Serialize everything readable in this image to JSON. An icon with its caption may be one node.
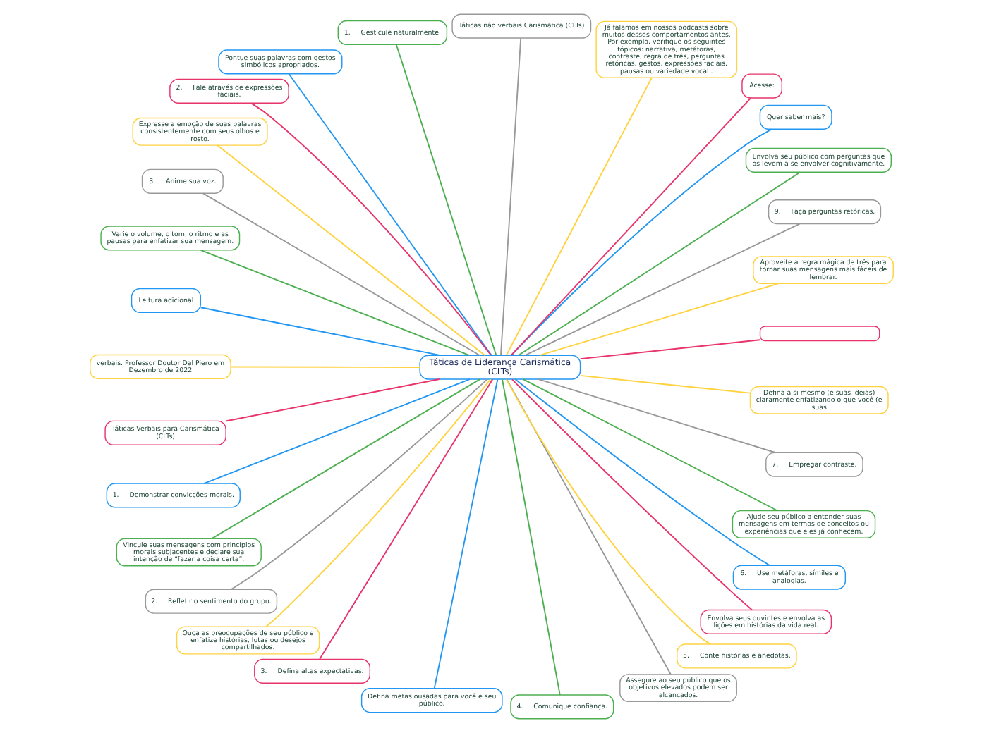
{
  "diagram": {
    "nodes": [
      {
        "text": [
          "Táticas de Liderança Carismática (CLTs)"
        ]
      },
      {
        "text": [],
        "shape": "box"
      },
      {
        "text": [
          "Aproveite a regra mágica de três para tornar suas mensagens mais fáceis de lembrar."
        ]
      },
      {
        "text": [
          "9.     Faça perguntas retóricas."
        ]
      },
      {
        "text": [
          "Envolva seu público com perguntas que os levem a se envolver cognitivamente."
        ]
      },
      {
        "text": [
          "Quer saber mais?"
        ]
      },
      {
        "text": [
          "Acesse:"
        ]
      },
      {
        "text": [
          "Já falamos em nossos podcasts sobre muitos desses comportamentos antes. Por exemplo, verifique os seguintes tópicos: narrativa, metáforas, contraste, regra de três, perguntas retóricas, gestos, expressões faciais, pausas ou variedade vocal ."
        ]
      },
      {
        "text": [
          "Táticas não verbais Carismática (CLTs)"
        ]
      },
      {
        "text": [
          "1.     Gesticule naturalmente."
        ]
      },
      {
        "text": [
          "Pontue suas palavras com gestos simbólicos apropriados."
        ]
      },
      {
        "text": [
          "2.     Fale através de expressões faciais."
        ]
      },
      {
        "text": [
          "Expresse a emoção de suas palavras consistentemente com seus olhos e rosto."
        ]
      },
      {
        "text": [
          "3.     Anime sua voz."
        ]
      },
      {
        "text": [
          "Varie o volume, o tom, o ritmo e as pausas para enfatizar sua mensagem."
        ]
      },
      {
        "text": [
          "Leitura adicional"
        ]
      },
      {
        "text": [
          "verbais. Professor Doutor Dal Piero em Dezembro de 2022"
        ]
      },
      {
        "text": [
          "Táticas Verbais para Carismática (CLTs)"
        ]
      },
      {
        "text": [
          "1.     Demonstrar convicções morais."
        ]
      },
      {
        "text": [
          "Vincule suas mensagens com princípios morais subjacentes e declare sua intenção de “fazer a coisa certa”."
        ]
      },
      {
        "text": [
          "2.     Refletir o sentimento do grupo."
        ]
      },
      {
        "text": [
          "Ouça as preocupações de seu público e enfatize histórias, lutas ou desejos compartilhados."
        ]
      },
      {
        "text": [
          "3.     Defina altas expectativas."
        ]
      },
      {
        "text": [
          "Defina metas ousadas para você e seu público."
        ]
      },
      {
        "text": [
          "4.     Comunique confiança."
        ]
      },
      {
        "text": [
          "Assegure ao seu público que os objetivos elevados podem ser alcançados."
        ]
      },
      {
        "text": [
          "5.     Conte histórias e anedotas."
        ]
      },
      {
        "text": [
          "Envolva seus ouvintes e envolva as lições em histórias da vida real."
        ]
      },
      {
        "text": [
          "6.     Use metáforas, símiles e analogias."
        ]
      },
      {
        "text": [
          "Ajude seu público a entender suas mensagens em termos de conceitos ou experiências que eles já conhecem."
        ]
      },
      {
        "text": [
          "7.     Empregar contraste."
        ]
      },
      {
        "text": [
          "Defina a si mesmo (e suas ideias) claramente enfatizando o que você (e suas"
        ]
      }
    ],
    "edges": [
      {
        "from": 0,
        "to": 1,
        "arrow": "none",
        "color": "#e8336b"
      },
      {
        "from": 0,
        "to": 2,
        "arrow": "none",
        "color": "#ffd23f"
      },
      {
        "from": 0,
        "to": 3,
        "arrow": "none",
        "color": "#999999"
      },
      {
        "from": 0,
        "to": 4,
        "arrow": "none",
        "color": "#4caf50"
      },
      {
        "from": 0,
        "to": 5,
        "arrow": "none",
        "color": "#2196f3"
      },
      {
        "from": 0,
        "to": 6,
        "arrow": "none",
        "color": "#e8336b"
      },
      {
        "from": 0,
        "to": 7,
        "arrow": "none",
        "color": "#ffd23f"
      },
      {
        "from": 0,
        "to": 8,
        "arrow": "none",
        "color": "#999999"
      },
      {
        "from": 0,
        "to": 9,
        "arrow": "none",
        "color": "#4caf50"
      },
      {
        "from": 0,
        "to": 10,
        "arrow": "none",
        "color": "#2196f3"
      },
      {
        "from": 0,
        "to": 11,
        "arrow": "none",
        "color": "#e8336b"
      },
      {
        "from": 0,
        "to": 12,
        "arrow": "none",
        "color": "#ffd23f"
      },
      {
        "from": 0,
        "to": 13,
        "arrow": "none",
        "color": "#999999"
      },
      {
        "from": 0,
        "to": 14,
        "arrow": "none",
        "color": "#4caf50"
      },
      {
        "from": 0,
        "to": 15,
        "arrow": "none",
        "color": "#2196f3"
      },
      {
        "from": 0,
        "to": 16,
        "arrow": "none",
        "color": "#ffd23f"
      },
      {
        "from": 0,
        "to": 17,
        "arrow": "none",
        "color": "#e8336b"
      },
      {
        "from": 0,
        "to": 18,
        "arrow": "none",
        "color": "#2196f3"
      },
      {
        "from": 0,
        "to": 19,
        "arrow": "none",
        "color": "#4caf50"
      },
      {
        "from": 0,
        "to": 20,
        "arrow": "none",
        "color": "#999999"
      },
      {
        "from": 0,
        "to": 21,
        "arrow": "none",
        "color": "#ffd23f"
      },
      {
        "from": 0,
        "to": 22,
        "arrow": "none",
        "color": "#e8336b"
      },
      {
        "from": 0,
        "to": 23,
        "arrow": "none",
        "color": "#2196f3"
      },
      {
        "from": 0,
        "to": 24,
        "arrow": "none",
        "color": "#4caf50"
      },
      {
        "from": 0,
        "to": 25,
        "arrow": "none",
        "color": "#999999"
      },
      {
        "from": 0,
        "to": 26,
        "arrow": "none",
        "color": "#ffd23f"
      },
      {
        "from": 0,
        "to": 27,
        "arrow": "none",
        "color": "#e8336b"
      },
      {
        "from": 0,
        "to": 28,
        "arrow": "none",
        "color": "#2196f3"
      },
      {
        "from": 0,
        "to": 29,
        "arrow": "none",
        "color": "#4caf50"
      },
      {
        "from": 0,
        "to": 30,
        "arrow": "none",
        "color": "#999999"
      },
      {
        "from": 0,
        "to": 31,
        "arrow": "none",
        "color": "#ffd23f"
      }
    ]
  }
}
